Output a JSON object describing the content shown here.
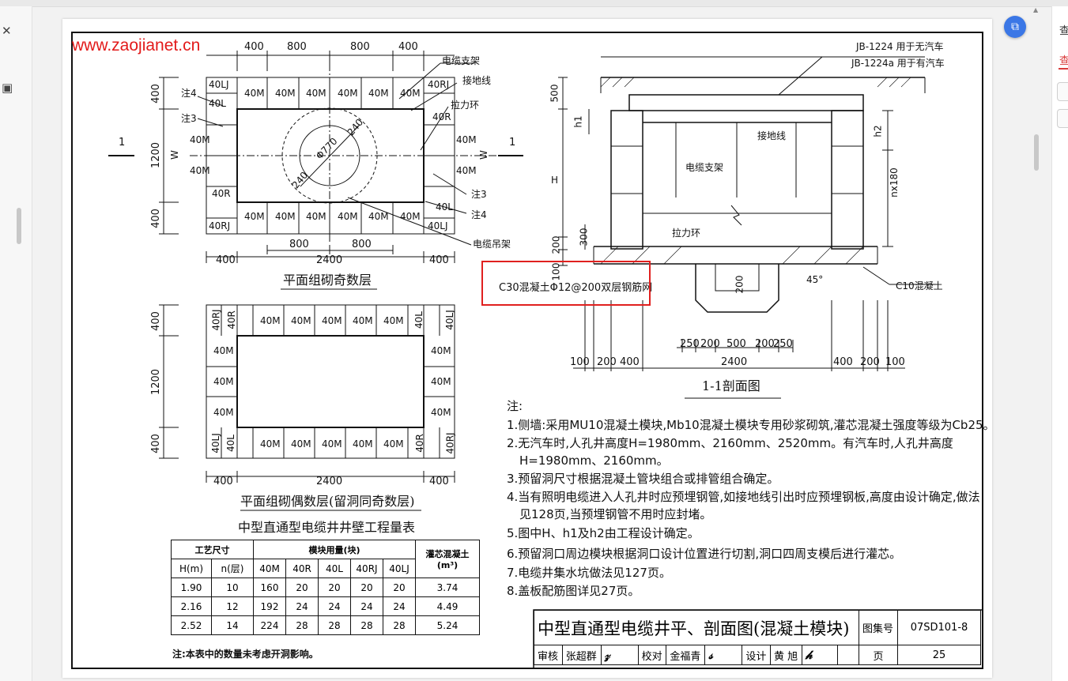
{
  "watermark": "www.zaojianet.cn",
  "right_panel": {
    "tab_label": "查",
    "tab_label_2": "查"
  },
  "plan_odd": {
    "caption": "平面组砌奇数层",
    "top_dims": [
      "400",
      "800",
      "800",
      "400"
    ],
    "left_dims": [
      "400",
      "1200",
      "400"
    ],
    "w_label": "W",
    "row_top": [
      "40LJ",
      "40M",
      "40M",
      "40M",
      "40M",
      "40M",
      "40M",
      "40RJ"
    ],
    "row_top2": [
      "40L",
      "40R"
    ],
    "side_left": [
      "40M",
      "40M"
    ],
    "side_right": [
      "40M",
      "40M"
    ],
    "row_bot2": [
      "40R",
      "40L"
    ],
    "row_bot": [
      "40RJ",
      "40M",
      "40M",
      "40M",
      "40M",
      "40M",
      "40M",
      "40LJ"
    ],
    "inner_dims": [
      "Φ770",
      "240",
      "240"
    ],
    "bottom_inner_dims": [
      "800",
      "800"
    ],
    "bottom_dims": [
      "400",
      "2400",
      "400"
    ],
    "notes": [
      "注4",
      "注3",
      "注3",
      "注4"
    ],
    "labels": [
      "电缆支架",
      "接地线",
      "拉力环",
      "40R",
      "电缆吊架"
    ],
    "section_mark": "1"
  },
  "plan_even": {
    "caption": "平面组砌偶数层(留洞同奇数层)",
    "left_dims": [
      "400",
      "1200",
      "400"
    ],
    "row_top": [
      "40RJ",
      "40R",
      "40M",
      "40M",
      "40M",
      "40M",
      "40M",
      "40L",
      "40LJ"
    ],
    "side": [
      "40M",
      "40M",
      "40M"
    ],
    "row_bot": [
      "40LJ",
      "40L",
      "40M",
      "40M",
      "40M",
      "40M",
      "40M",
      "40R",
      "40RJ"
    ],
    "bottom_dims": [
      "400",
      "2400",
      "400"
    ]
  },
  "section": {
    "caption": "1-1剖面图",
    "cover_notes": [
      "JB-1224 用于无汽车",
      "JB-1224a 用于有汽车"
    ],
    "left_dims": [
      "500",
      "h1",
      "H",
      "300",
      "200",
      "100"
    ],
    "right_dims": [
      "h2",
      "nx180"
    ],
    "labels": [
      "接地线",
      "电缆支架",
      "拉力环",
      "C10混凝土",
      "45°",
      "200"
    ],
    "highlight": "C30混凝土Φ12@200双层钢筋网",
    "sump_dims": [
      "250",
      "200",
      "500",
      "200",
      "250"
    ],
    "bottom_dims": [
      "100",
      "200",
      "400",
      "2400",
      "400",
      "200",
      "100"
    ]
  },
  "notes": {
    "head": "注:",
    "items": [
      "1.侧墙:采用MU10混凝土模块,Mb10混凝土模块专用砂浆砌筑,灌芯混凝土强度等级为Cb25。",
      "2.无汽车时,人孔井高度H=1980mm、2160mm、2520mm。有汽车时,人孔井高度",
      "H=1980mm、2160mm。",
      "3.预留洞尺寸根据混凝土管块组合或排管组合确定。",
      "4.当有照明电缆进入人孔井时应预埋钢管,如接地线引出时应预埋钢板,高度由设计确定,做法",
      "见128页,当预埋钢管不用时应封堵。",
      "5.图中H、h1及h2由工程设计确定。",
      "6.预留洞口周边模块根据洞口设计位置进行切割,洞口四周支模后进行灌芯。",
      "7.电缆井集水坑做法见127页。",
      "8.盖板配筋图详见27页。"
    ]
  },
  "qty_table": {
    "title": "中型直通型电缆井井壁工程量表",
    "h_group": "工艺尺寸",
    "m_group": "模块用量(块)",
    "last_head": "灌芯混凝土(m³)",
    "sub_heads": [
      "H(m)",
      "n(层)",
      "40M",
      "40R",
      "40L",
      "40RJ",
      "40LJ"
    ],
    "rows": [
      [
        "1.90",
        "10",
        "160",
        "20",
        "20",
        "20",
        "20",
        "3.74"
      ],
      [
        "2.16",
        "12",
        "192",
        "24",
        "24",
        "24",
        "24",
        "4.49"
      ],
      [
        "2.52",
        "14",
        "224",
        "28",
        "28",
        "28",
        "28",
        "5.24"
      ]
    ],
    "footnote": "注:本表中的数量未考虑开洞影响。"
  },
  "title_block": {
    "title": "中型直通型电缆井平、剖面图(混凝土模块)",
    "atlas_label": "图集号",
    "atlas_no": "07SD101-8",
    "review": "审核",
    "reviewer": "张超群",
    "check": "校对",
    "checker": "金福青",
    "design": "设计",
    "designer": "黄 旭",
    "page_label": "页",
    "page_no": "25"
  }
}
